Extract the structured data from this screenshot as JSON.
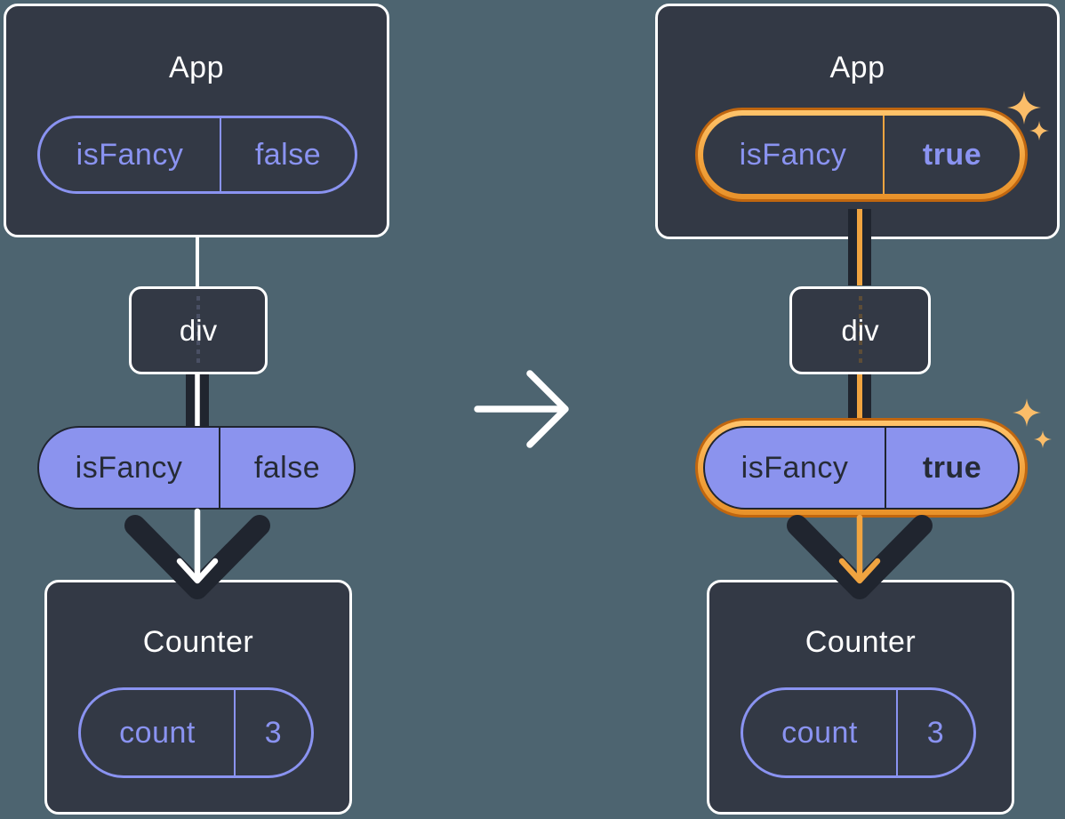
{
  "panels": {
    "before": {
      "app": {
        "title": "App",
        "state": {
          "name": "isFancy",
          "value": "false"
        }
      },
      "div_node": {
        "label": "div"
      },
      "prop": {
        "name": "isFancy",
        "value": "false"
      },
      "counter": {
        "title": "Counter",
        "state": {
          "name": "count",
          "value": "3"
        }
      }
    },
    "after": {
      "app": {
        "title": "App",
        "state": {
          "name": "isFancy",
          "value": "true"
        }
      },
      "div_node": {
        "label": "div"
      },
      "prop": {
        "name": "isFancy",
        "value": "true"
      },
      "counter": {
        "title": "Counter",
        "state": {
          "name": "count",
          "value": "3"
        }
      }
    }
  },
  "icons": {
    "transition_arrow": "→",
    "sparkle": "✦"
  },
  "colors": {
    "background": "#4D6470",
    "card_fill": "#333945",
    "card_border": "#FFFFFF",
    "purple_stroke": "#8A93F1",
    "purple_fill": "#8B93EE",
    "dark_stroke": "#20252F",
    "orange_ring_outer": "#C0660F",
    "orange_ring_inner_light": "#FFC46B",
    "orange_line": "#F0A440",
    "sparkle": "#FBBD69",
    "white": "#FFFFFF"
  }
}
